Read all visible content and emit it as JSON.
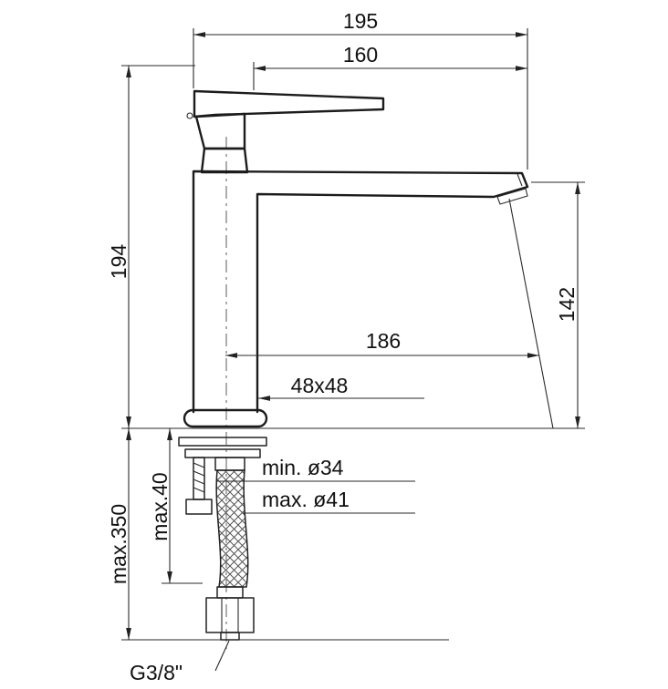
{
  "drawing": {
    "dim_total_width": "195",
    "dim_spout_reach_top": "160",
    "dim_height": "194",
    "dim_outlet_height": "142",
    "dim_reach_base": "186",
    "dim_body_section": "48x48",
    "dim_min_hole": "min. ø34",
    "dim_max_hole": "max. ø41",
    "dim_under_counter": "max.40",
    "dim_hose_length": "max.350",
    "dim_thread": "G3/8\""
  }
}
